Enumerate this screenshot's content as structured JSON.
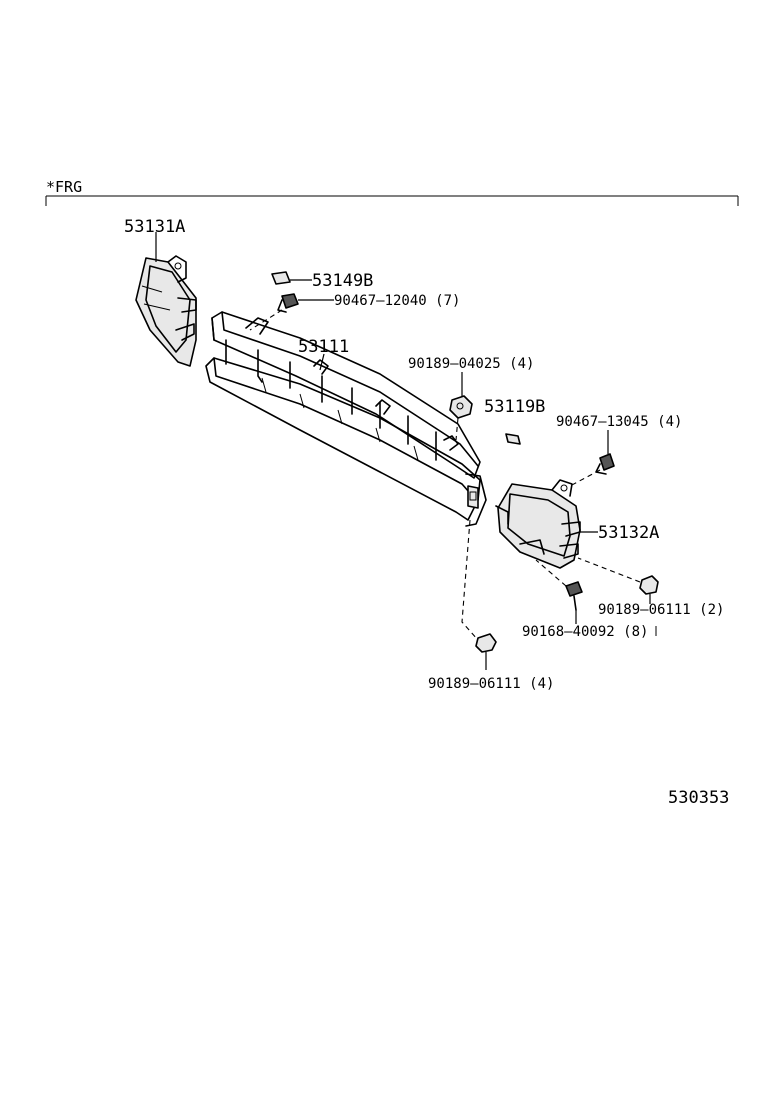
{
  "header": {
    "section_label": "*FRG"
  },
  "diagram_id": "530353",
  "callouts": {
    "p53131A": "53131A",
    "p53149B": "53149B",
    "p90467_12040": "90467‒12040 (7)",
    "p53111": "53111",
    "p90189_04025": "90189‒04025 (4)",
    "p53119B": "53119B",
    "p90467_13045": "90467‒13045 (4)",
    "p53132A": "53132A",
    "p90189_06111_2": "90189‒06111 (2)",
    "p90168_40092": "90168‒40092 (8)",
    "p90189_06111_4": "90189‒06111 (4)"
  }
}
